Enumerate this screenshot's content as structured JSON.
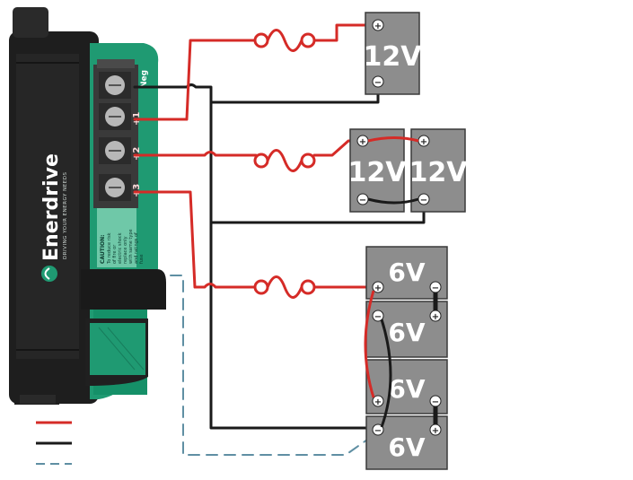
{
  "device": {
    "brand": "Enerdrive",
    "tagline": "DRIVING YOUR ENERGY NEEDS",
    "terminals": [
      "Neg",
      "+1",
      "+2",
      "+3"
    ],
    "caution_title": "CAUTION:",
    "caution_lines": [
      "To reduce risk",
      "of fire or",
      "electric shock",
      "replace only",
      "with same type",
      "and ratings of",
      "fuse"
    ]
  },
  "banks": {
    "bank1": [
      "12V"
    ],
    "bank2": [
      "12V",
      "12V"
    ],
    "bank3": [
      "6V",
      "6V",
      "6V",
      "6V"
    ]
  },
  "symbols": {
    "pos": "+",
    "neg": "−"
  },
  "legend": {
    "red": "#d52b27",
    "black": "#1a1a1a",
    "dashed": "#5f8fa3"
  },
  "colors": {
    "battery": "#8d8d8d",
    "battery_edge": "#3a3a3a",
    "device_green": "#1f9a72",
    "device_black": "#1e1e1e"
  }
}
